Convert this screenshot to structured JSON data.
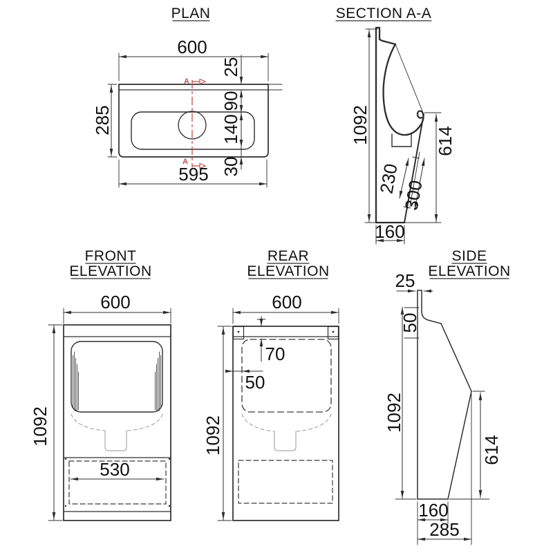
{
  "document": {
    "type": "technical-drawing",
    "subject": "wall-hung urinal dimensional drawing"
  },
  "colors": {
    "line": "#2d2d2d",
    "text": "#111111",
    "hidden": "#999999",
    "dashed": "#3a3a3a",
    "section_marker": "#c0504d",
    "background": "#ffffff"
  },
  "plan": {
    "title": "PLAN",
    "width": "600",
    "inner_width": "595",
    "depth": "285",
    "lip": "25",
    "back_offset": "90",
    "basin_depth": "140",
    "front_edge": "30",
    "section_letter": "A"
  },
  "section": {
    "title": "SECTION A-A",
    "height": "1092",
    "rim_height": "614",
    "panel_inner": "230",
    "panel_outer": "300",
    "base_depth": "160"
  },
  "front": {
    "title_line1": "FRONT",
    "title_line2": "ELEVATION",
    "width": "600",
    "height": "1092",
    "panel_width": "530"
  },
  "rear": {
    "title_line1": "REAR",
    "title_line2": "ELEVATION",
    "width": "600",
    "height": "1092",
    "top_gap": "70",
    "side_gap": "50"
  },
  "side": {
    "title_line1": "SIDE",
    "title_line2": "ELEVATION",
    "lip": "25",
    "step": "50",
    "height": "1092",
    "rim_height": "614",
    "base_depth": "160",
    "overall_depth": "285"
  }
}
